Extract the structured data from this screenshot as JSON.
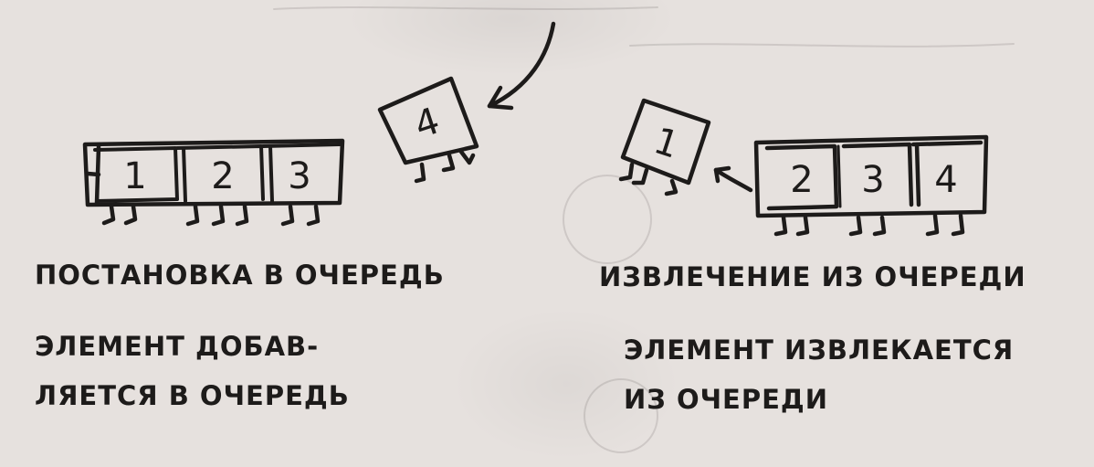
{
  "left": {
    "incoming_item": "4",
    "queue_items": [
      "1",
      "2",
      "3"
    ],
    "title": "ПОСТАНОВКА В ОЧЕРЕДЬ",
    "desc_line1": "ЭЛЕМЕНТ ДОБАВ-",
    "desc_line2": "ЛЯЕТСЯ В ОЧЕРЕДЬ"
  },
  "right": {
    "outgoing_item": "1",
    "queue_items": [
      "2",
      "3",
      "4"
    ],
    "title": "ИЗВЛЕЧЕНИЕ ИЗ ОЧЕРЕДИ",
    "desc_line1": "ЭЛЕМЕНТ ИЗВЛЕКАЕТСЯ",
    "desc_line2": "ИЗ ОЧЕРЕДИ"
  },
  "colors": {
    "ink": "#1d1b1a",
    "paper": "#e6e1de"
  }
}
